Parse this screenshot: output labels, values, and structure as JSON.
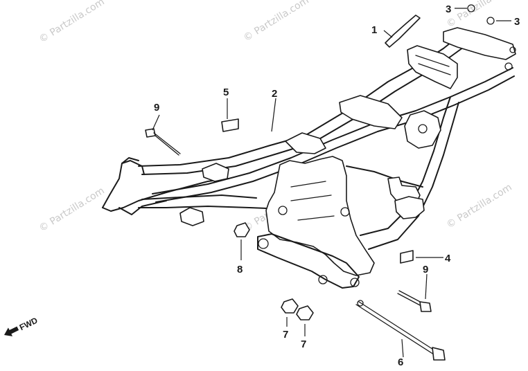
{
  "watermarks": [
    "© Partzilla.com",
    "© Partzilla.com",
    "© Partzilla.com",
    "© Partzilla.com",
    "© Partzilla.com",
    "© Partzilla.com"
  ],
  "callouts": {
    "c1": "1",
    "c2": "2",
    "c3a": "3",
    "c3b": "3",
    "c4": "4",
    "c5": "5",
    "c6": "6",
    "c7a": "7",
    "c7b": "7",
    "c8": "8",
    "c9a": "9",
    "c9b": "9"
  },
  "fwd_label": "FWD"
}
